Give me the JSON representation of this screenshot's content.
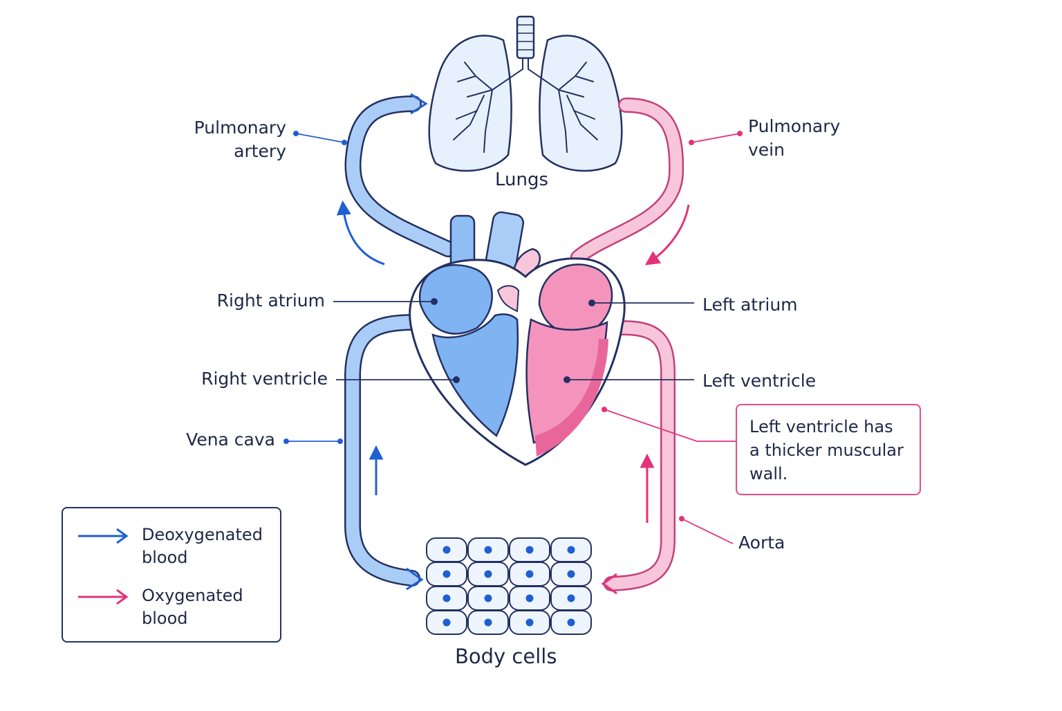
{
  "labels": {
    "lungs": "Lungs",
    "body_cells": "Body cells",
    "pulmonary_artery": [
      "Pulmonary",
      "artery"
    ],
    "pulmonary_vein": [
      "Pulmonary",
      "vein"
    ],
    "right_atrium": "Right atrium",
    "left_atrium": "Left atrium",
    "right_ventricle": "Right ventricle",
    "left_ventricle": "Left ventricle",
    "vena_cava": "Vena cava",
    "aorta": "Aorta"
  },
  "note": [
    "Left ventricle has",
    "a thicker muscular",
    "wall."
  ],
  "legend": {
    "deoxygenated": [
      "Deoxygenated",
      "blood"
    ],
    "oxygenated": [
      "Oxygenated",
      "blood"
    ]
  },
  "colors": {
    "deoxygenated": "#1f5fd1",
    "oxygenated": "#e3327a",
    "deoxy_fill": "#a9cdf7",
    "oxy_fill": "#f7b4cf",
    "outline": "#243061"
  }
}
